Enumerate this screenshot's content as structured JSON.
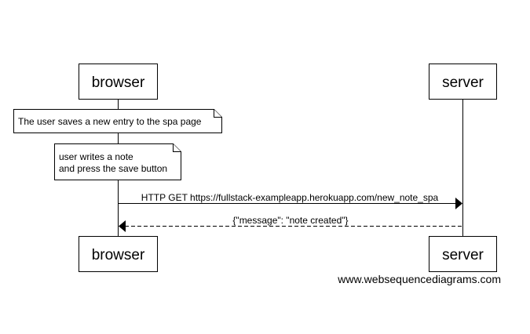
{
  "actors": {
    "browser": "browser",
    "server": "server"
  },
  "notes": {
    "note1": "The user saves a new entry to the spa page",
    "note2_line1": "user writes a note",
    "note2_line2": "and press the save button"
  },
  "messages": {
    "request": "HTTP GET https://fullstack-exampleapp.herokuapp.com/new_note_spa",
    "response": "{\"message\": \"note created\"}"
  },
  "footer": "www.websequencediagrams.com"
}
